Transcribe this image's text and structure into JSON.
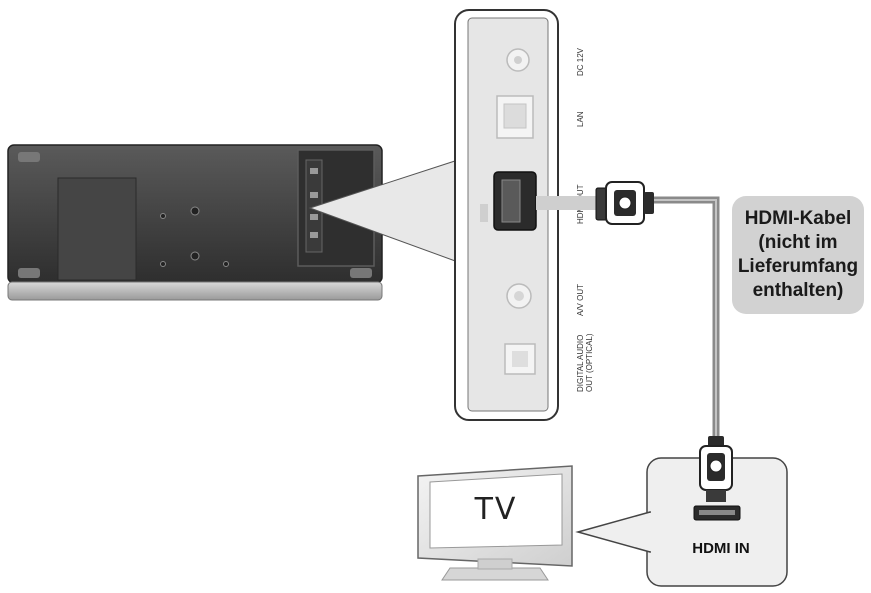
{
  "panel": {
    "ports": {
      "dc": "DC 12V",
      "lan": "LAN",
      "hdmi_out": "HDMI OUT",
      "av_out": "A/V OUT",
      "optical_line1": "DIGITAL AUDIO",
      "optical_line2": "OUT (OPTICAL)"
    }
  },
  "cable_label": {
    "line1": "HDMI-Kabel",
    "line2": "(nicht im",
    "line3": "Lieferumfang",
    "line4": "enthalten)"
  },
  "tv": {
    "screen_text": "TV"
  },
  "hdmi_in_label": "HDMI IN",
  "colors": {
    "device_body": "#3c3c3c",
    "panel_fill": "#e6e6e6",
    "callout_fill": "#efefef",
    "cable": "#8a8a8a",
    "label_bg": "#d2d2d2"
  }
}
